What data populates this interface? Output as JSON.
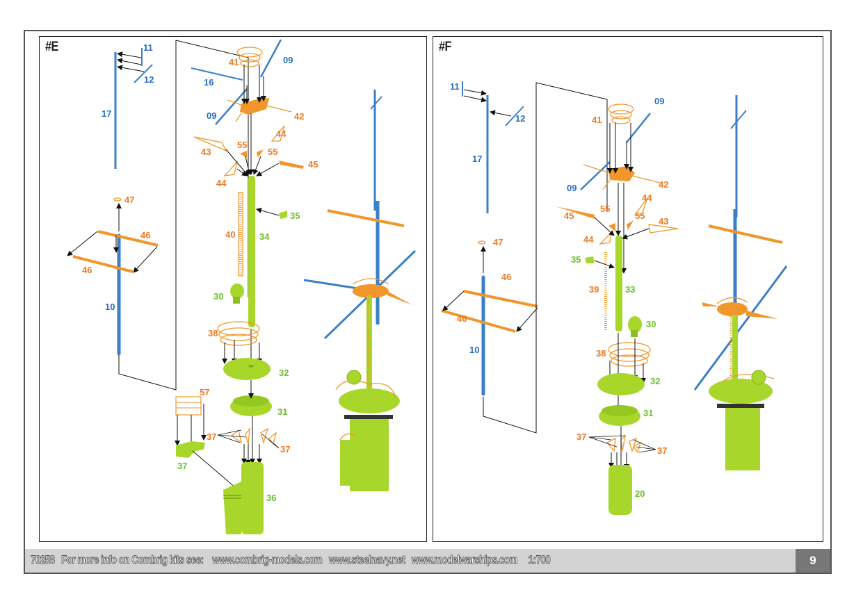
{
  "panels": {
    "E": {
      "title": "#E",
      "labels": {
        "p11": "11",
        "p12": "12",
        "p17": "17",
        "p47": "47",
        "p46a": "46",
        "p46b": "46",
        "p10": "10",
        "p41": "41",
        "p09a": "09",
        "p16": "16",
        "p09b": "09",
        "p42": "42",
        "p43": "43",
        "p44a": "44",
        "p55a": "55",
        "p55b": "55",
        "p45": "45",
        "p44b": "44",
        "p35": "35",
        "p40": "40",
        "p34": "34",
        "p30": "30",
        "p38": "38",
        "p32": "32",
        "p57": "57",
        "p31": "31",
        "p37a": "37",
        "p37b": "37",
        "p37c": "37",
        "p36": "36"
      }
    },
    "F": {
      "title": "#F",
      "labels": {
        "p11": "11",
        "p12": "12",
        "p17": "17",
        "p47": "47",
        "p46a": "46",
        "p46b": "46",
        "p10": "10",
        "p09a": "09",
        "p41": "41",
        "p09b": "09",
        "p42": "42",
        "p45": "45",
        "p55a": "55",
        "p44a": "44",
        "p55b": "55",
        "p43": "43",
        "p44b": "44",
        "p35": "35",
        "p39": "39",
        "p33": "33",
        "p30": "30",
        "p38": "38",
        "p32": "32",
        "p31": "31",
        "p37a": "37",
        "p37b": "37",
        "p20": "20"
      }
    }
  },
  "colors": {
    "blue": "#3a7fc8",
    "orange": "#f0962a",
    "green": "#a8d62a",
    "label_blue": "#2a6fbf",
    "label_orange": "#ee7a22",
    "label_green": "#6cbf2a"
  },
  "footer": {
    "text": "70258   For more info on Combrig kits see:    www.combrig-models.com   www.steelnavy.net   www.modelwarships.com     1:700",
    "page_number": "9"
  }
}
